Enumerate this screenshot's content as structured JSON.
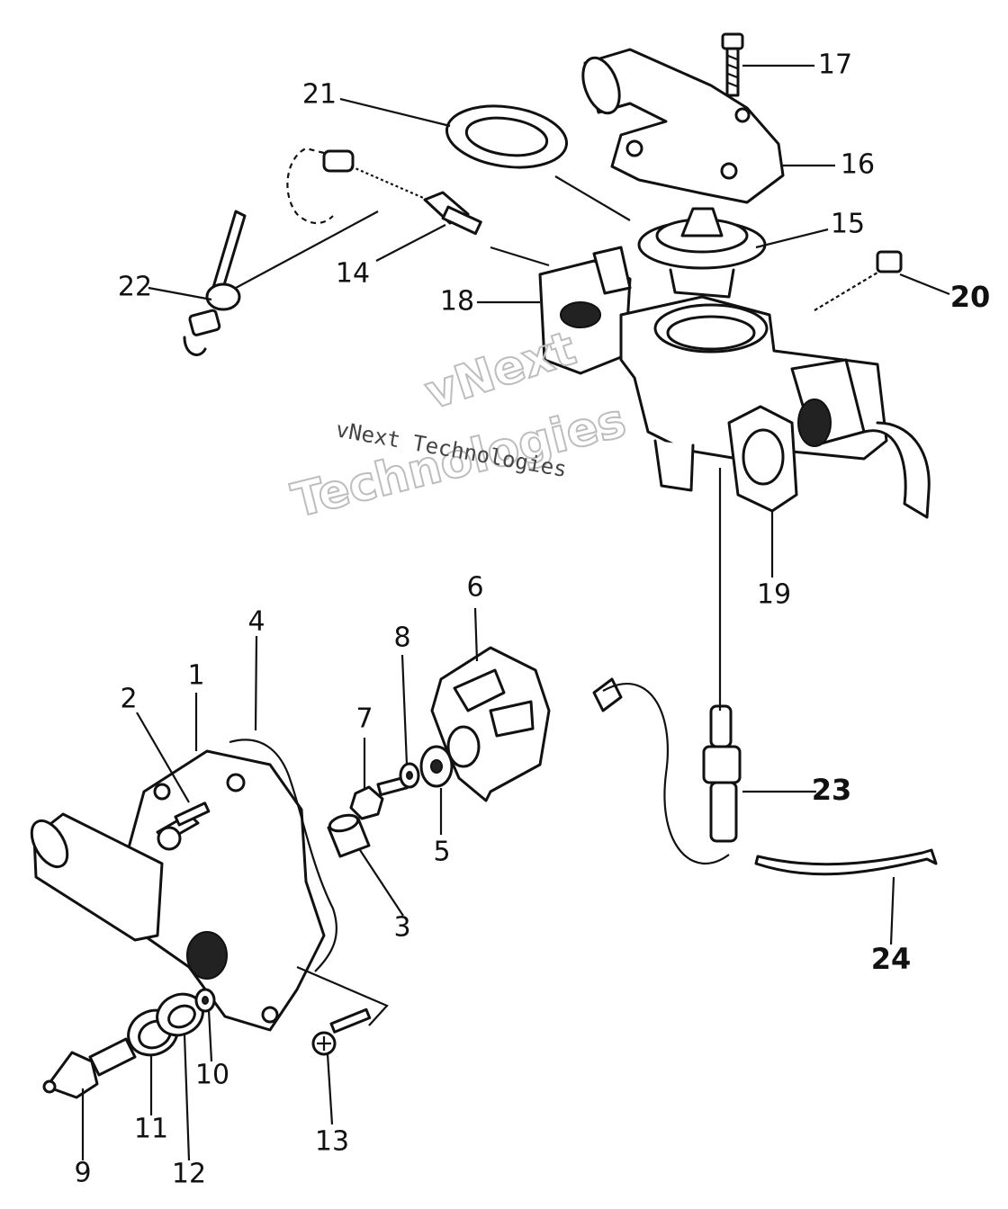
{
  "watermark": {
    "big_line1": "vNext",
    "big_line2": "Technologies",
    "small": "vNext Technologies"
  },
  "callouts": {
    "p1": "1",
    "p2": "2",
    "p3": "3",
    "p4": "4",
    "p5": "5",
    "p6": "6",
    "p7": "7",
    "p8": "8",
    "p9": "9",
    "p10": "10",
    "p11": "11",
    "p12": "12",
    "p13": "13",
    "p14": "14",
    "p15": "15",
    "p16": "16",
    "p17": "17",
    "p18": "18",
    "p19": "19",
    "p20": "20",
    "p21": "21",
    "p22": "22",
    "p23": "23",
    "p24": "24"
  }
}
